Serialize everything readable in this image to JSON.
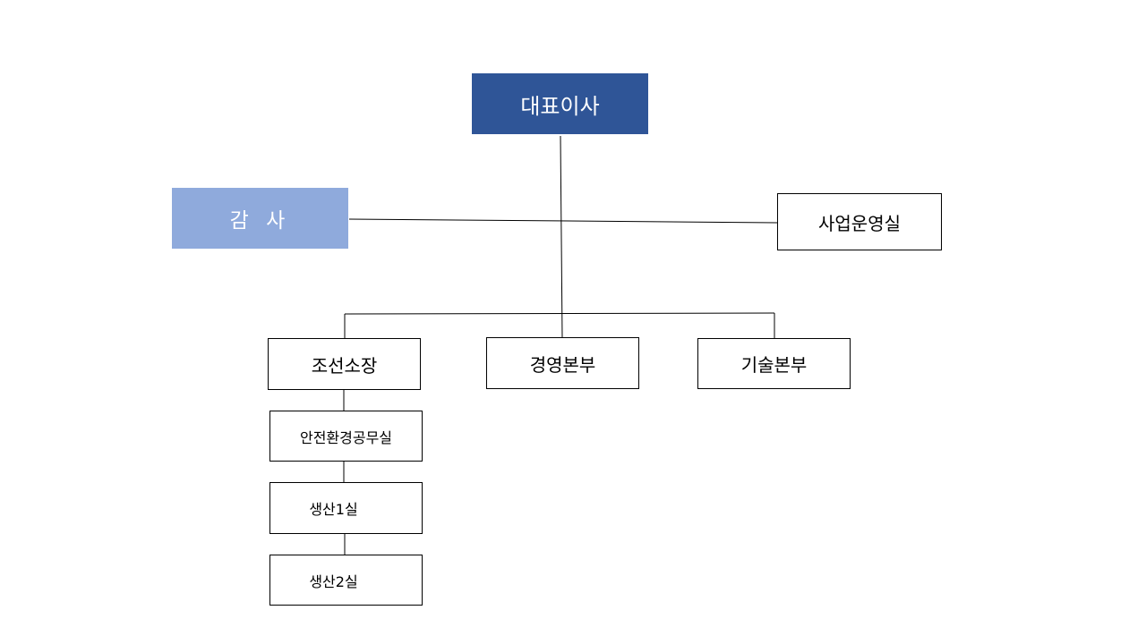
{
  "org_chart": {
    "top": {
      "label": "대표이사",
      "color": "#2F5597"
    },
    "auditor": {
      "label": "감 사",
      "color": "#8FAADC"
    },
    "staff": {
      "label": "사업운영실"
    },
    "divisions": [
      {
        "label": "조선소장"
      },
      {
        "label": "경영본부"
      },
      {
        "label": "기술본부"
      }
    ],
    "shipyard_units": [
      {
        "label": "안전환경공무실"
      },
      {
        "label": "생산1실"
      },
      {
        "label": "생산2실"
      }
    ],
    "line_color": "#000000"
  }
}
